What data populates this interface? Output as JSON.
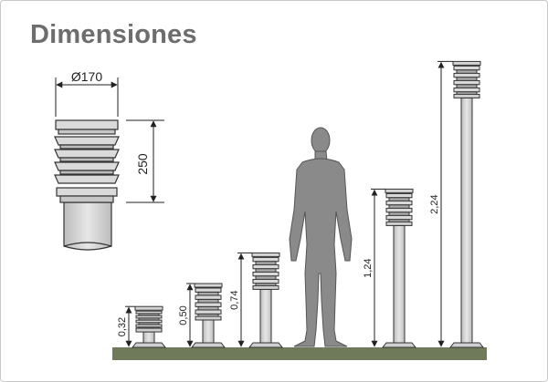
{
  "title": "Dimensiones",
  "detail": {
    "diameter_label": "Ø170",
    "height_label": "250"
  },
  "models": [
    {
      "height_label": "0,32",
      "height_m": 0.32
    },
    {
      "height_label": "0,50",
      "height_m": 0.5
    },
    {
      "height_label": "0,74",
      "height_m": 0.74
    },
    {
      "height_label": "1,24",
      "height_m": 1.24
    },
    {
      "height_label": "2,24",
      "height_m": 2.24
    }
  ],
  "colors": {
    "title": "#6d6d6d",
    "ground": "#6f7a5a",
    "lamp_fill": "#d9d9d9",
    "human": "#8a8a8a",
    "dim_line": "#222222"
  }
}
